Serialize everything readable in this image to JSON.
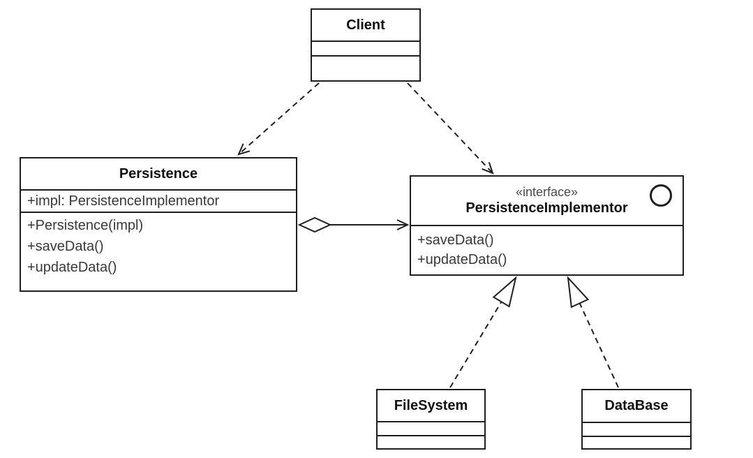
{
  "diagram": {
    "kind": "uml-class-diagram",
    "background_color": "#ffffff",
    "line_color": "#1f1f1f",
    "classes": {
      "client": {
        "title": "Client"
      },
      "persistence": {
        "title": "Persistence",
        "attributes": [
          "+impl: PersistenceImplementor"
        ],
        "methods": [
          "+Persistence(impl)",
          "+saveData()",
          "+updateData()"
        ]
      },
      "implementor": {
        "stereotype": "«interface»",
        "title": "PersistenceImplementor",
        "icon": "interface-circle",
        "methods": [
          "+saveData()",
          "+updateData()"
        ]
      },
      "filesystem": {
        "title": "FileSystem"
      },
      "database": {
        "title": "DataBase"
      }
    },
    "relationships": [
      {
        "from": "Client",
        "to": "Persistence",
        "type": "dependency",
        "line": "dashed",
        "head": "open-arrow"
      },
      {
        "from": "Client",
        "to": "PersistenceImplementor",
        "type": "dependency",
        "line": "dashed",
        "head": "open-arrow"
      },
      {
        "from": "Persistence",
        "to": "PersistenceImplementor",
        "type": "aggregation",
        "line": "solid",
        "head": "open-arrow",
        "tail": "hollow-diamond"
      },
      {
        "from": "FileSystem",
        "to": "PersistenceImplementor",
        "type": "realization",
        "line": "dashed",
        "head": "hollow-triangle"
      },
      {
        "from": "DataBase",
        "to": "PersistenceImplementor",
        "type": "realization",
        "line": "dashed",
        "head": "hollow-triangle"
      }
    ]
  }
}
